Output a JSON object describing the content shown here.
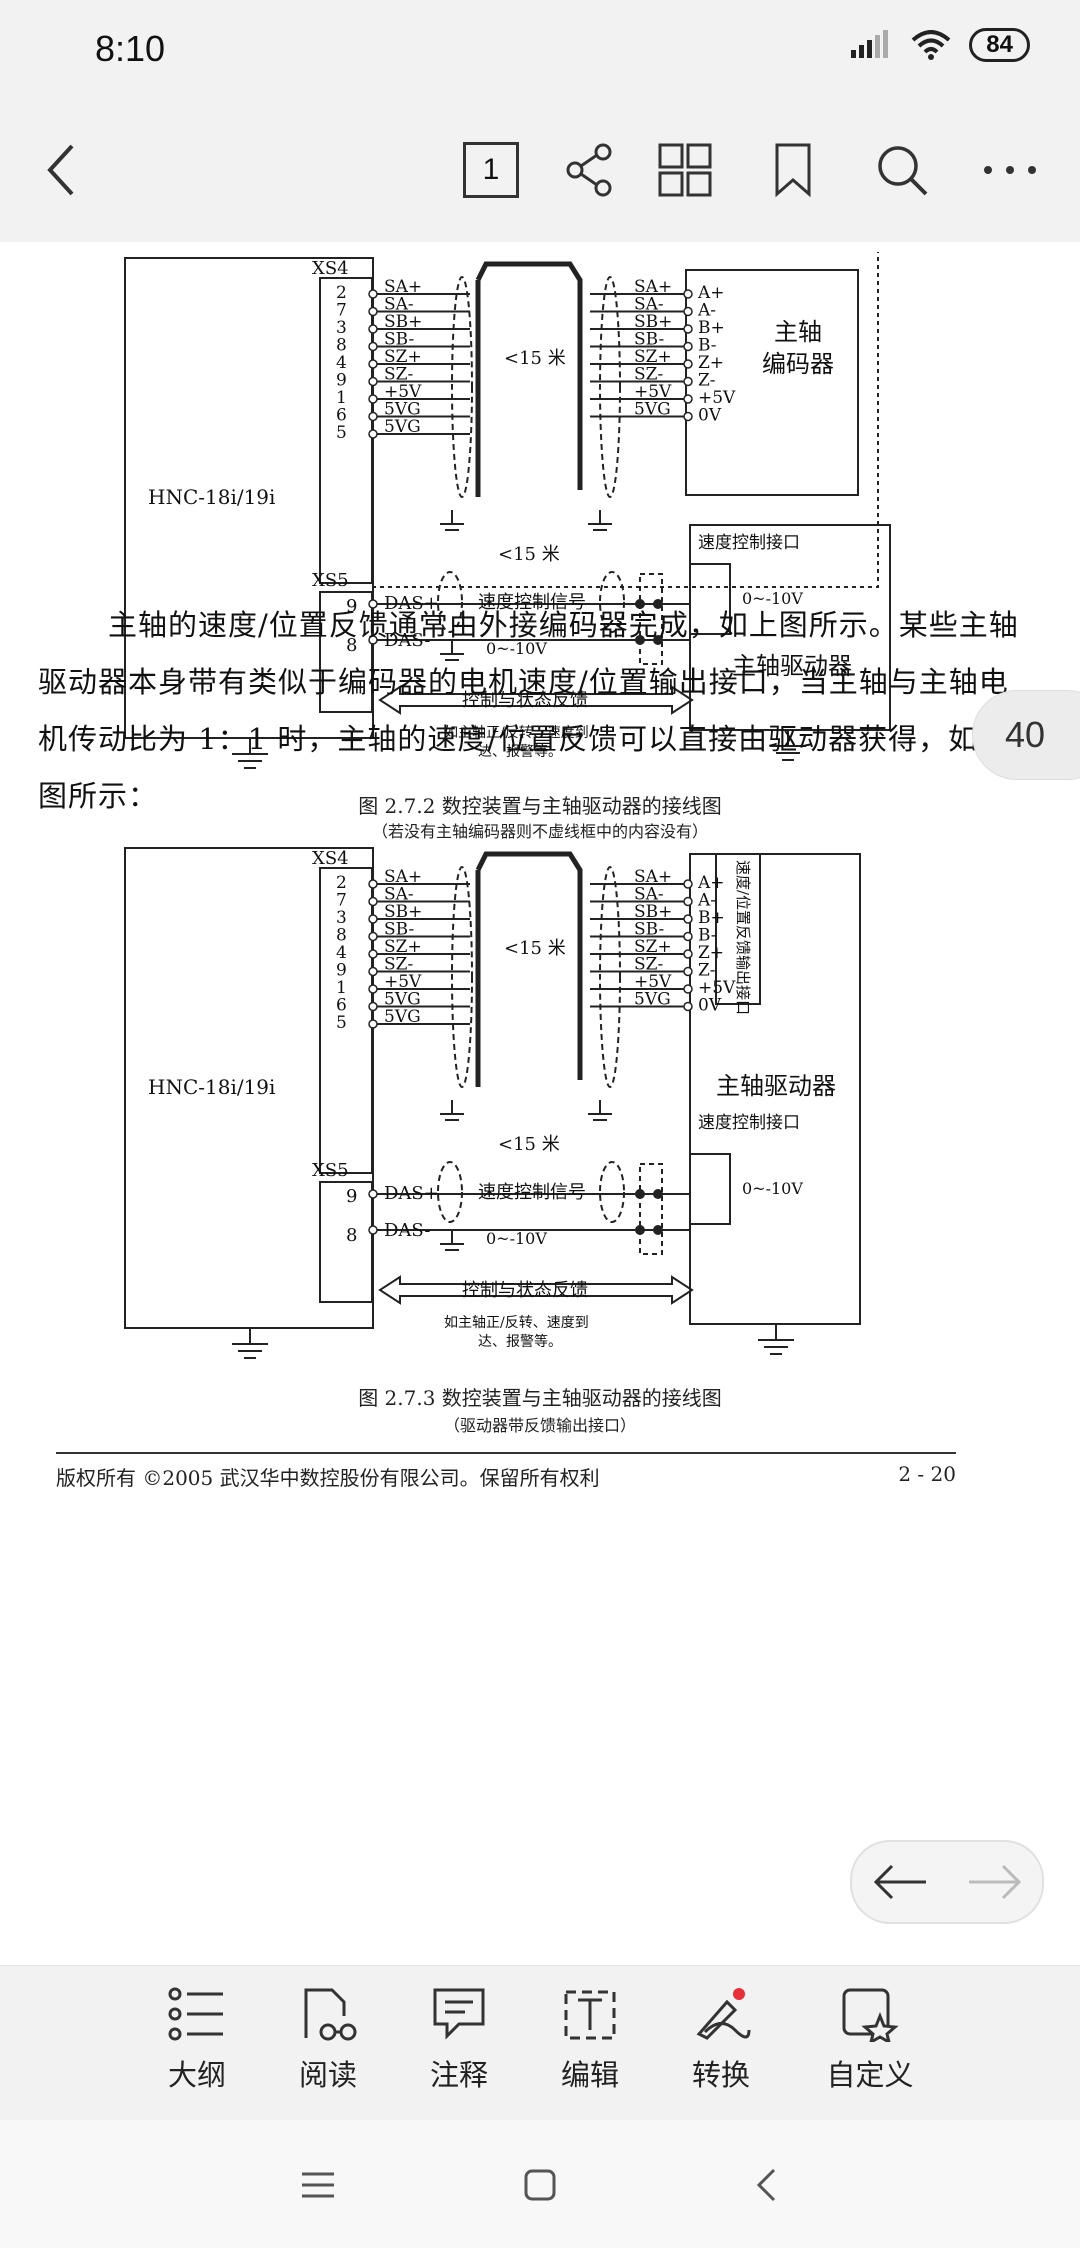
{
  "status": {
    "time": "8:10",
    "battery": "84"
  },
  "toolbar": {
    "page_indicator": "1"
  },
  "page_badge": "40",
  "doc": {
    "fig1": {
      "caption": "图 2.7.2 数控装置与主轴驱动器的接线图",
      "subcaption": "（若没有主轴编码器则不虚线框中的内容没有）",
      "controller": "HNC-18i/19i",
      "xs4": "XS4",
      "xs5": "XS5",
      "pins": [
        "2",
        "7",
        "3",
        "8",
        "4",
        "9",
        "1",
        "6",
        "5"
      ],
      "left_signals": [
        "SA+",
        "SA-",
        "SB+",
        "SB-",
        "SZ+",
        "SZ-",
        "+5V",
        "5VG",
        "5VG"
      ],
      "right_signals": [
        "SA+",
        "SA-",
        "SB+",
        "SB-",
        "SZ+",
        "SZ-",
        "+5V",
        "5VG"
      ],
      "encoder_pins": [
        "A+",
        "A-",
        "B+",
        "B-",
        "Z+",
        "Z-",
        "+5V",
        "0V"
      ],
      "cable_len": "<15 米",
      "encoder_label_1": "主轴",
      "encoder_label_2": "编码器",
      "xs5_pins": [
        "9",
        "8"
      ],
      "xs5_signals": [
        "DAS+",
        "DAS-"
      ],
      "cable_len_2": "<15 米",
      "speed_signal": "速度控制信号",
      "voltage": "0~-10V",
      "speed_interface": "速度控制接口",
      "drive_voltage": "0~-10V",
      "drive": "主轴驱动器",
      "feedback": "控制与状态反馈",
      "note_1": "如主轴正/反转、速度到",
      "note_2": "达、报警等。"
    },
    "paragraph": "主轴的速度/位置反馈通常由外接编码器完成，如上图所示。某些主轴驱动器本身带有类似于编码器的电机速度/位置输出接口，当主轴与主轴电机传动比为 1：1 时，主轴的速度/位置反馈可以直接由驱动器获得，如下图所示：",
    "fig2": {
      "caption": "图 2.7.3 数控装置与主轴驱动器的接线图",
      "subcaption": "（驱动器带反馈输出接口）",
      "controller": "HNC-18i/19i",
      "xs4": "XS4",
      "xs5": "XS5",
      "pins": [
        "2",
        "7",
        "3",
        "8",
        "4",
        "9",
        "1",
        "6",
        "5"
      ],
      "left_signals": [
        "SA+",
        "SA-",
        "SB+",
        "SB-",
        "SZ+",
        "SZ-",
        "+5V",
        "5VG",
        "5VG"
      ],
      "right_signals": [
        "SA+",
        "SA-",
        "SB+",
        "SB-",
        "SZ+",
        "SZ-",
        "+5V",
        "5VG"
      ],
      "encoder_pins": [
        "A+",
        "A-",
        "B+",
        "B-",
        "Z+",
        "Z-",
        "+5V",
        "0V"
      ],
      "cable_len": "<15 米",
      "feedback_port": "速度/位置反馈输出接口",
      "drive": "主轴驱动器",
      "speed_interface": "速度控制接口",
      "xs5_pins": [
        "9",
        "8"
      ],
      "xs5_signals": [
        "DAS+",
        "DAS-"
      ],
      "cable_len_2": "<15 米",
      "speed_signal": "速度控制信号",
      "voltage": "0~-10V",
      "drive_voltage": "0~-10V",
      "feedback": "控制与状态反馈",
      "note_1": "如主轴正/反转、速度到",
      "note_2": "达、报警等。"
    },
    "footer_left": "版权所有 ©2005 武汉华中数控股份有限公司。保留所有权利",
    "footer_right": "2 - 20"
  },
  "bottom_menu": [
    {
      "label": "大纲",
      "icon": "outline-icon"
    },
    {
      "label": "阅读",
      "icon": "read-icon"
    },
    {
      "label": "注释",
      "icon": "annotate-icon"
    },
    {
      "label": "编辑",
      "icon": "edit-icon"
    },
    {
      "label": "转换",
      "icon": "convert-icon"
    },
    {
      "label": "自定义",
      "icon": "customize-icon"
    }
  ]
}
